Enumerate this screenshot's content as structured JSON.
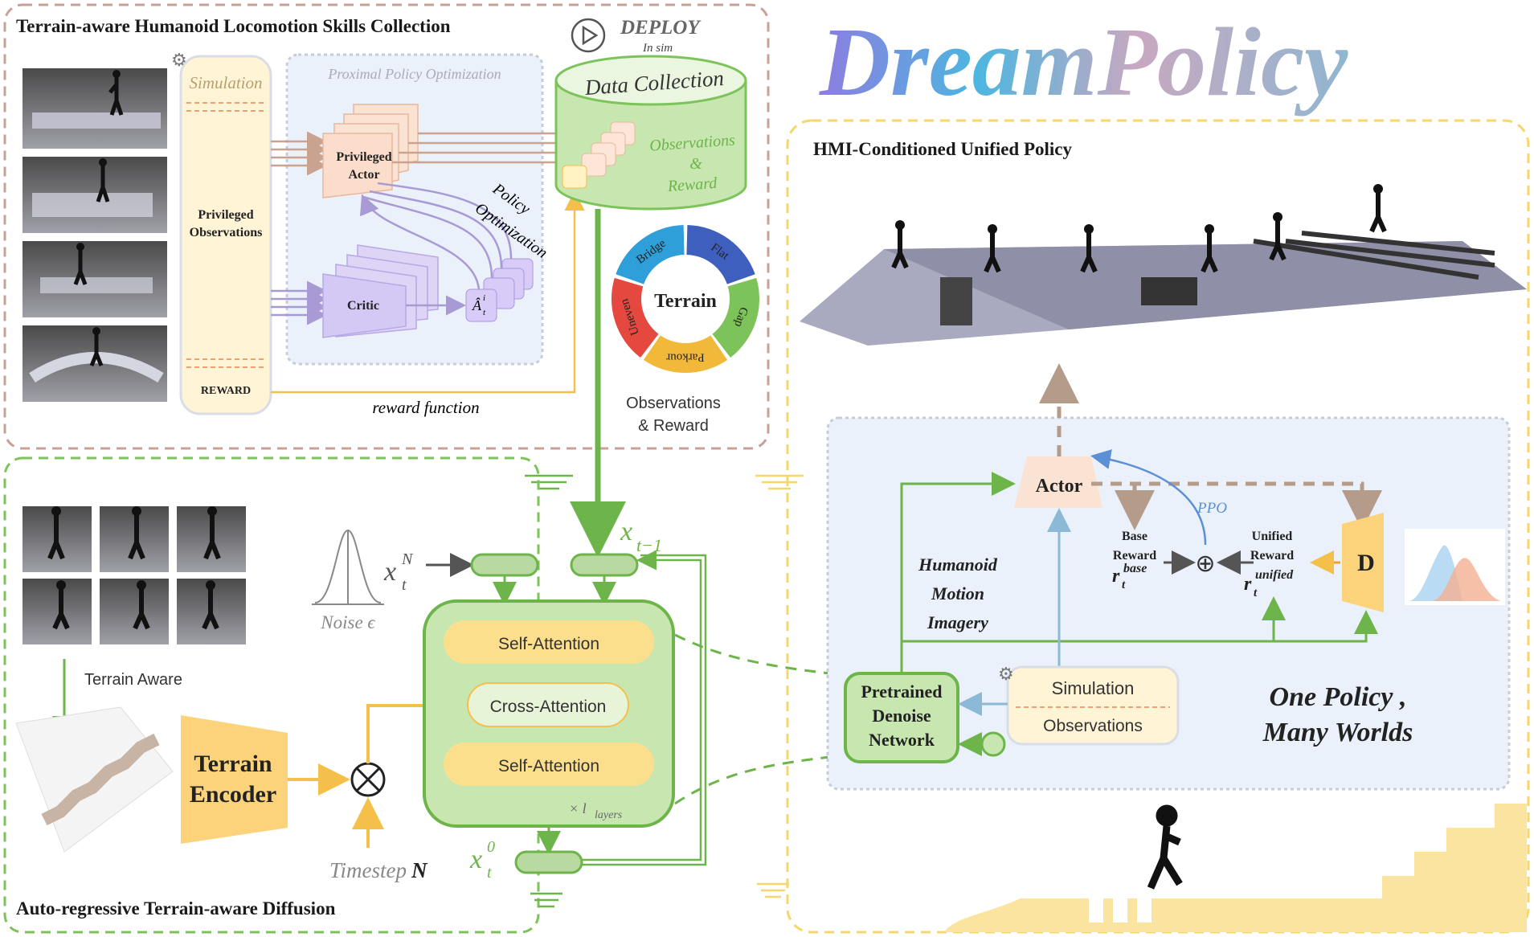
{
  "brand": {
    "logo_text": "DreamPolicy"
  },
  "panel_collection": {
    "title": "Terrain-aware Humanoid Locomotion Skills Collection",
    "simulation": "Simulation",
    "privileged_observations": [
      "Privileged",
      "Observations"
    ],
    "reward": "REWARD",
    "ppo_label": "Proximal Policy Optimization",
    "actor": [
      "Privileged",
      "Actor"
    ],
    "critic": "Critic",
    "advantage": "Â",
    "advantage_sub": "t",
    "advantage_sup": "i",
    "policy_opt": [
      "Policy",
      "Optimization"
    ],
    "reward_function": "reward function",
    "deploy": "DEPLOY",
    "in_sim": "In sim",
    "data_collection": "Data Collection",
    "obs_reward": [
      "Observations",
      "&",
      "Reward"
    ]
  },
  "terrain_ring": {
    "center": "Terrain",
    "segments": [
      {
        "label": "Flat",
        "color": "#3f5fbf"
      },
      {
        "label": "Gap",
        "color": "#7cc35a"
      },
      {
        "label": "Parkour",
        "color": "#f2b83a"
      },
      {
        "label": "Uneven",
        "color": "#e4483e"
      },
      {
        "label": "Bridge",
        "color": "#2e9fd8"
      }
    ],
    "caption": [
      "Observations",
      "& Reward"
    ]
  },
  "panel_diffusion": {
    "title": "Auto-regressive Terrain-aware Diffusion",
    "terrain_aware": "Terrain Aware",
    "terrain_encoder": [
      "Terrain",
      "Encoder"
    ],
    "timestep": "Timestep",
    "timestep_var": "N",
    "noise": "Noise ϵ",
    "xtN": "x",
    "xtN_sub": "t",
    "xtN_sup": "N",
    "xt1": "x",
    "xt1_sub": "t−1",
    "xt0": "x",
    "xt0_sub": "t",
    "xt0_sup": "0",
    "self_attention_1": "Self-Attention",
    "cross_attention": "Cross-Attention",
    "self_attention_2": "Self-Attention",
    "layers": "× l",
    "layers_sub": "layers"
  },
  "panel_policy": {
    "title": "HMI-Conditioned Unified Policy",
    "actor": "Actor",
    "ppo": "PPO",
    "base_reward": [
      "Base",
      "Reward"
    ],
    "r_base": "r",
    "r_base_sub": "t",
    "r_base_sup": "base",
    "unified_reward": [
      "Unified",
      "Reward"
    ],
    "r_unified": "r",
    "r_unified_sub": "t",
    "r_unified_sup": "unified",
    "oplus": "⊕",
    "discriminator": "D",
    "hmi": [
      "Humanoid",
      "Motion",
      "Imagery"
    ],
    "pretrained": [
      "Pretrained",
      "Denoise",
      "Network"
    ],
    "simulation": "Simulation",
    "observations": "Observations",
    "slogan": [
      "One Policy ,",
      "Many Worlds"
    ]
  }
}
